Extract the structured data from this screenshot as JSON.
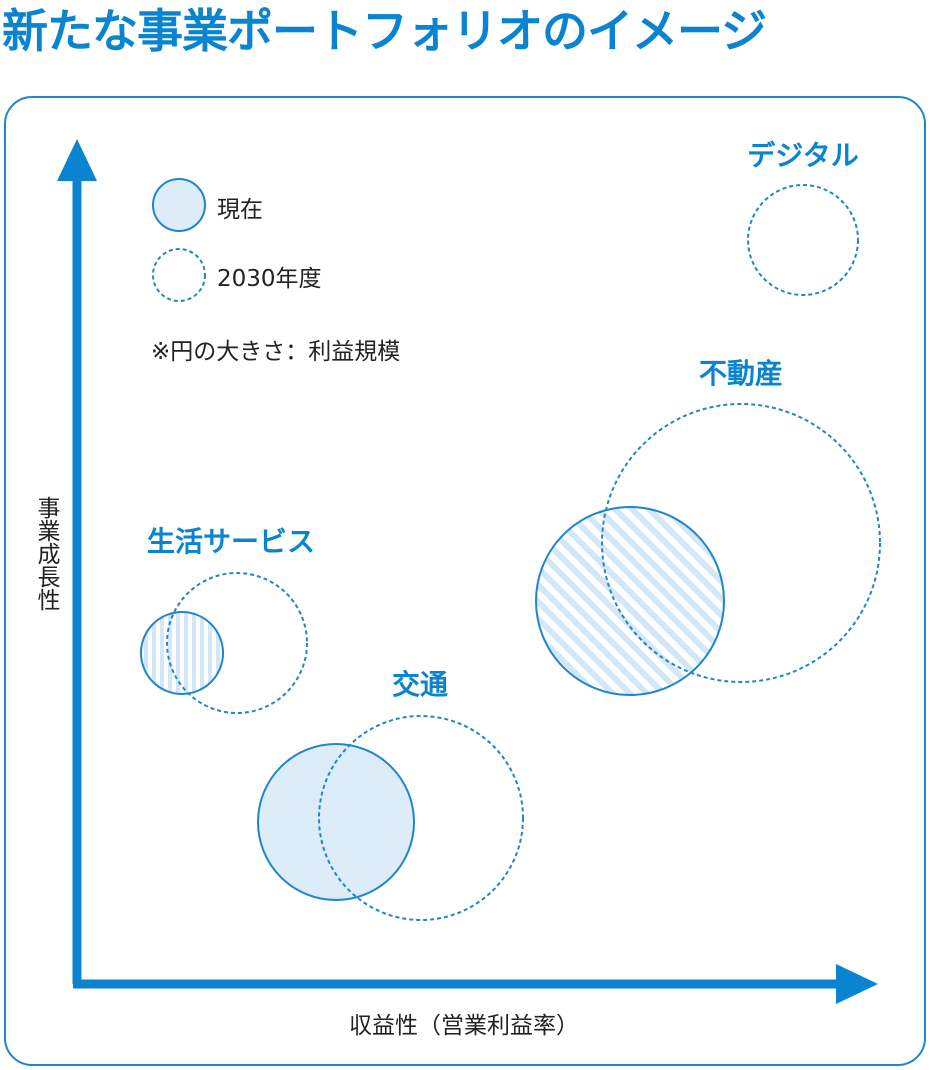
{
  "title": "新たな事業ポートフォリオのイメージ",
  "legend": {
    "current": "現在",
    "future": "2030年度",
    "note": "※円の大きさ：利益規模"
  },
  "axes": {
    "y_label": "事業成長性",
    "x_label": "収益性（営業利益率）"
  },
  "segments": {
    "lifestyle": "生活サービス",
    "transport": "交通",
    "realestate": "不動産",
    "digital": "デジタル"
  },
  "colors": {
    "accent": "#0a84d0",
    "stroke": "#1f86c9",
    "fill_light": "#dcecf8",
    "hatch": "#cfe4f6"
  }
}
